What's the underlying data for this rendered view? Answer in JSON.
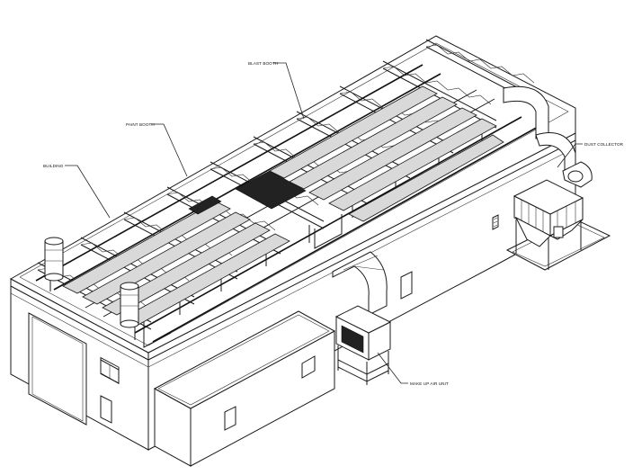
{
  "labels": {
    "blast_booth": "BLAST BOOTH",
    "paint_booth": "PAINT BOOTH",
    "building": "BUILDING",
    "dust_collector": "DUST COLLECTOR",
    "make_up_air_unit": "MAKE UP AIR UNIT"
  }
}
